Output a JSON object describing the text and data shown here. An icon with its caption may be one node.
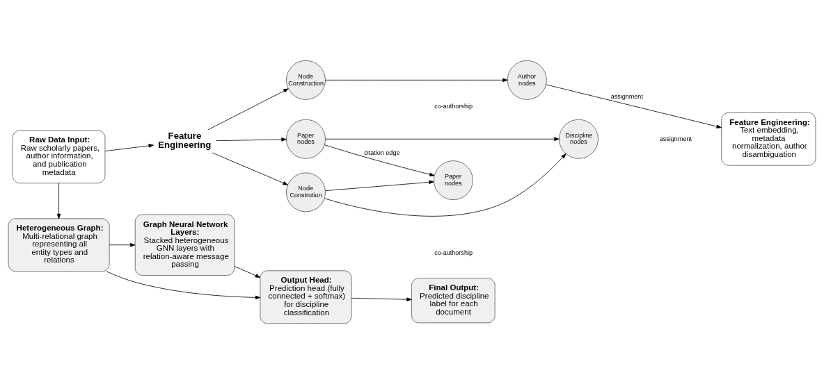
{
  "diagram": {
    "nodes": [
      {
        "text": [
          "Raw Data Input:",
          "Raw scholarly papers, author information, and publication metadata"
        ]
      },
      {
        "text": [
          "Feature Engineering"
        ]
      },
      {
        "text": [
          "Paper nodes"
        ]
      },
      {
        "text": [
          "Node Construction"
        ]
      },
      {
        "text": [
          "Node Constrution"
        ]
      },
      {
        "text": [
          "Paper nodes"
        ]
      },
      {
        "text": [
          "Author nodes"
        ]
      },
      {
        "text": [
          "Discipline nodes"
        ]
      },
      {
        "text": [
          "Feature Engineering:",
          "Text embedding, metadata normalization, author disambiguation"
        ]
      },
      {
        "text": [
          "Heterogeneous Graph:",
          "Multi-relational graph representing all entity types and relations"
        ]
      },
      {
        "text": [
          "Graph Neural Network Layers:",
          "Stacked heterogeneous GNN layers with relation-aware message passing"
        ]
      },
      {
        "text": [
          "Output Head:",
          "Prediction head (fully connected + softmax) for discipline classification"
        ]
      },
      {
        "text": [
          "Final Output:",
          "Predicted discipline label for each document"
        ]
      }
    ],
    "edges": [
      {
        "from": 0,
        "to": 1,
        "arrow": "to"
      },
      {
        "from": 1,
        "to": 2,
        "arrow": "to"
      },
      {
        "from": 1,
        "to": 3,
        "arrow": "to"
      },
      {
        "from": 1,
        "to": 4,
        "arrow": "to"
      },
      {
        "from": 2,
        "to": 5,
        "arrow": "to",
        "label": "citation edge"
      },
      {
        "from": 2,
        "to": 7,
        "arrow": "to"
      },
      {
        "from": 3,
        "to": 6,
        "arrow": "to"
      },
      {
        "from": 4,
        "to": 5,
        "arrow": "to"
      },
      {
        "from": 4,
        "to": 7,
        "arrow": "to"
      },
      {
        "from": 6,
        "to": 8,
        "arrow": "to",
        "label": "assignment"
      },
      {
        "from": 0,
        "to": 9,
        "arrow": "to"
      },
      {
        "from": 9,
        "to": 10,
        "arrow": "to"
      },
      {
        "from": 10,
        "to": 11,
        "arrow": "to"
      },
      {
        "from": 9,
        "to": 11,
        "arrow": "to"
      },
      {
        "from": 11,
        "to": 12,
        "arrow": "to"
      }
    ],
    "labels": [
      "co-authorship",
      "co-authorship",
      "assignment"
    ]
  }
}
